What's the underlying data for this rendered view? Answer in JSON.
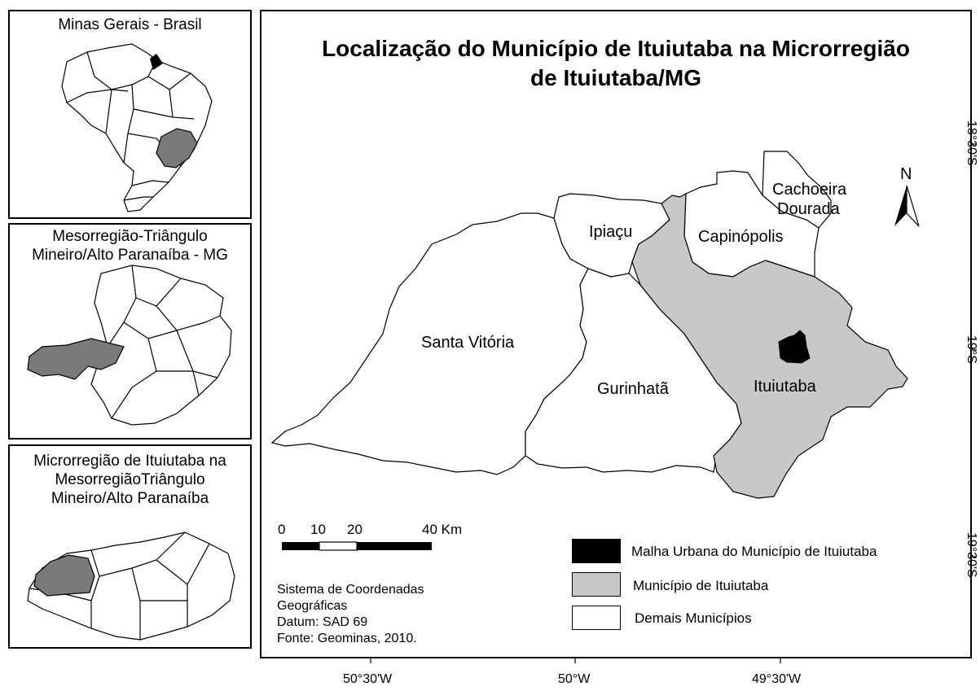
{
  "main_map": {
    "title_line1": "Localização do Município de Ituiutaba na Microrregião",
    "title_line2": "de Ituiutaba/MG",
    "municipalities": [
      {
        "id": "santa-vitoria",
        "label": "Santa Vitória"
      },
      {
        "id": "ipiacu",
        "label": "Ipiaçu"
      },
      {
        "id": "capinopolis",
        "label": "Capinópolis"
      },
      {
        "id": "cachoeira-dourada-1",
        "label": "Cachoeira"
      },
      {
        "id": "cachoeira-dourada-2",
        "label": "Dourada"
      },
      {
        "id": "gurinhata",
        "label": "Gurinhatã"
      },
      {
        "id": "ituiutaba",
        "label": "Ituiutaba"
      }
    ],
    "north_label": "N",
    "scale": {
      "ticks": [
        "0",
        "10",
        "20",
        "40 Km"
      ]
    },
    "legend": [
      {
        "label": "Malha Urbana do Município de Ituiutaba",
        "color": "#000000"
      },
      {
        "label": "Município de Ituiutaba",
        "color": "#c8c8c8"
      },
      {
        "label": "Demais Municípios",
        "color": "#ffffff"
      }
    ],
    "info": [
      "Sistema de Coordenadas",
      "Geográficas",
      "Datum: SAD 69",
      "Fonte: Geominas, 2010."
    ],
    "longitudes": [
      "50°30'W",
      "50°W",
      "49°30'W"
    ],
    "latitudes": [
      "18°30'S",
      "19°S",
      "19°30'S"
    ]
  },
  "insets": [
    {
      "title_lines": [
        "Minas Gerais - Brasil"
      ]
    },
    {
      "title_lines": [
        "Mesorregião-Triângulo",
        "Mineiro/Alto Paranaíba - MG"
      ]
    },
    {
      "title_lines": [
        "Microrregião de Ituiutaba na",
        "MesorregiãoTriângulo",
        "Mineiro/Alto Paranaíba"
      ]
    }
  ],
  "colors": {
    "highlight": "#c8c8c8",
    "dark_highlight": "#7a7a7a",
    "urban": "#000000"
  }
}
